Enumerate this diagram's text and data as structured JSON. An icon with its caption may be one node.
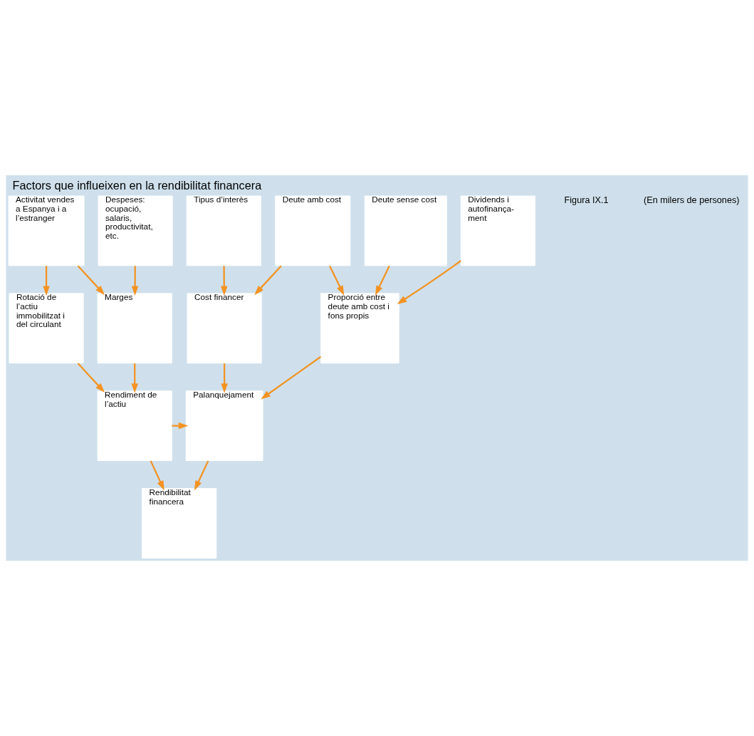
{
  "diagram": {
    "title": "Factors que influeixen en la rendibilitat financera",
    "nodes": [
      {
        "text": [
          "Activitat vendes a Espanya i a l’estranger"
        ]
      },
      {
        "text": [
          "Despeses: ocupació, salaris, productivitat, etc."
        ]
      },
      {
        "text": [
          "Tipus d’interès"
        ]
      },
      {
        "text": [
          "Deute amb cost"
        ]
      },
      {
        "text": [
          "Deute sense cost"
        ]
      },
      {
        "text": [
          "Dividends i autofinança- ment"
        ]
      },
      {
        "text": [
          "Marges"
        ]
      },
      {
        "text": [
          "Rotació de l’actiu immobilitzat i del circulant"
        ]
      },
      {
        "text": [
          "Cost financer"
        ]
      },
      {
        "text": [
          "Proporció entre deute amb cost i fons propis"
        ]
      },
      {
        "text": [
          "Rendiment de l’actiu"
        ]
      },
      {
        "text": [
          "Palanquejament"
        ]
      },
      {
        "text": [
          "Rendibilitat financera"
        ]
      }
    ],
    "edges": [
      {
        "from": 0,
        "to": 6,
        "arrow": "to"
      },
      {
        "from": 1,
        "to": 6,
        "arrow": "to"
      },
      {
        "from": 0,
        "to": 7,
        "arrow": "to"
      },
      {
        "from": 2,
        "to": 8,
        "arrow": "to"
      },
      {
        "from": 3,
        "to": 8,
        "arrow": "to"
      },
      {
        "from": 3,
        "to": 9,
        "arrow": "to"
      },
      {
        "from": 4,
        "to": 9,
        "arrow": "to"
      },
      {
        "from": 5,
        "to": 9,
        "arrow": "to"
      },
      {
        "from": 6,
        "to": 10,
        "arrow": "to"
      },
      {
        "from": 7,
        "to": 10,
        "arrow": "to"
      },
      {
        "from": 8,
        "to": 11,
        "arrow": "to"
      },
      {
        "from": 9,
        "to": 11,
        "arrow": "to"
      },
      {
        "from": 10,
        "to": 11,
        "arrow": "to"
      },
      {
        "from": 10,
        "to": 12,
        "arrow": "to"
      },
      {
        "from": 11,
        "to": 12,
        "arrow": "to"
      }
    ],
    "labels": [
      "Figura IX.1",
      "(En milers de persones)"
    ]
  }
}
